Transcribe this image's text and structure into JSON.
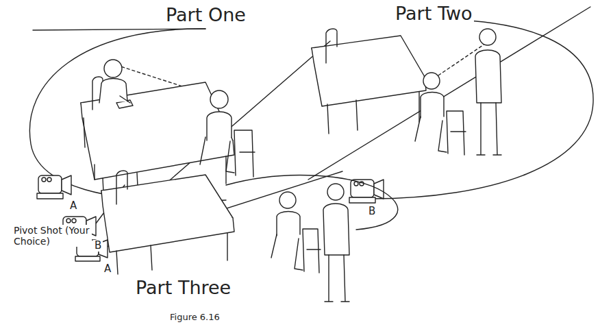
{
  "diagram": {
    "caption": "Figure 6.16",
    "labels": [
      "Part One",
      "Part Two",
      "Part Three",
      "Pivot Shot (Your Choice)",
      "A",
      "B",
      "B",
      "A"
    ]
  }
}
